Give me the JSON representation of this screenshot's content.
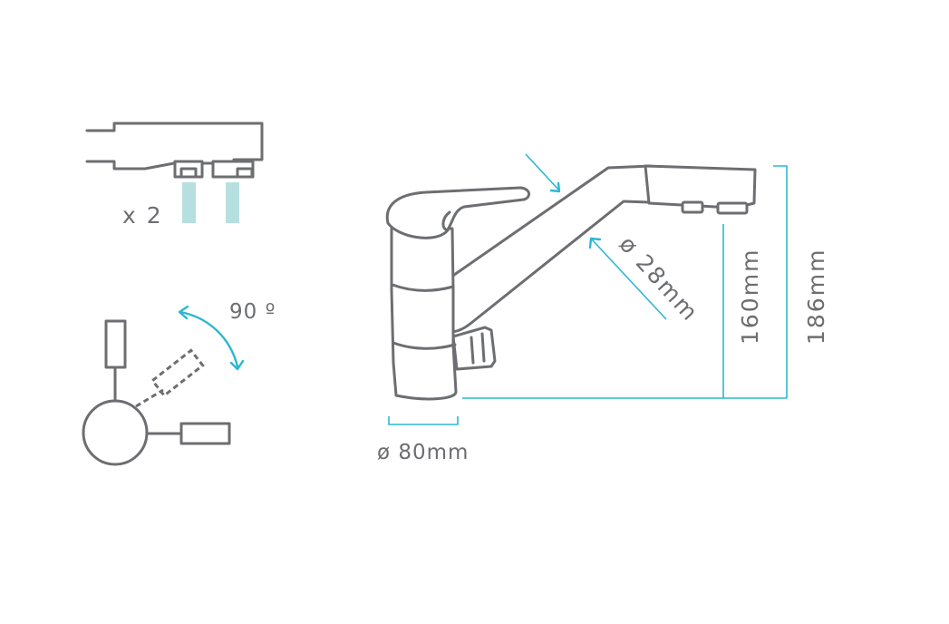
{
  "labels": {
    "outlets_count": "x 2",
    "rotation": "90 º",
    "spout_diameter": "ø 28mm",
    "base_diameter": "ø 80mm",
    "outlet_height": "160mm",
    "total_height": "186mm"
  },
  "colors": {
    "outline": "#6d6e71",
    "dimension": "#2cb7cf",
    "water": "#b6dfe0"
  }
}
